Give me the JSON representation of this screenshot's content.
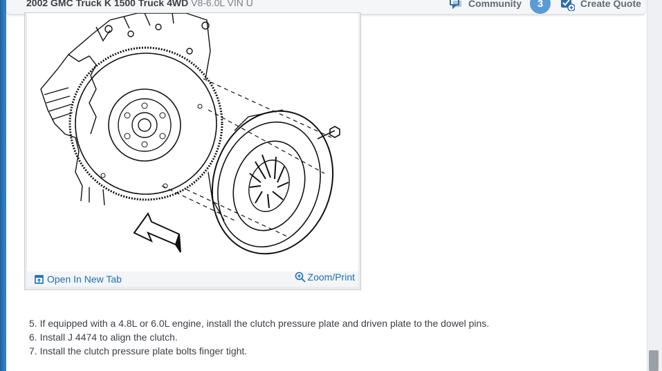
{
  "header": {
    "vehicle_bold": "2002 GMC Truck K 1500 Truck 4WD",
    "vehicle_engine": "V8-6.0L VIN U",
    "community_label": "Community",
    "community_count": "3",
    "create_quote_label": "Create Quote"
  },
  "figure": {
    "open_new_tab_label": "Open In New Tab",
    "zoom_print_label": "Zoom/Print"
  },
  "steps": [
    "5. If equipped with a 4.8L or 6.0L engine, install the clutch pressure plate and driven plate to the dowel pins.",
    "6. Install J 4474 to align the clutch.",
    "7. Install the clutch pressure plate bolts finger tight."
  ],
  "colors": {
    "link": "#1f6fb4",
    "badge": "#5b9bd5",
    "rail": "#2d74b8"
  },
  "icons": [
    "community-icon",
    "create-quote-icon",
    "open-new-tab-icon",
    "zoom-icon"
  ]
}
